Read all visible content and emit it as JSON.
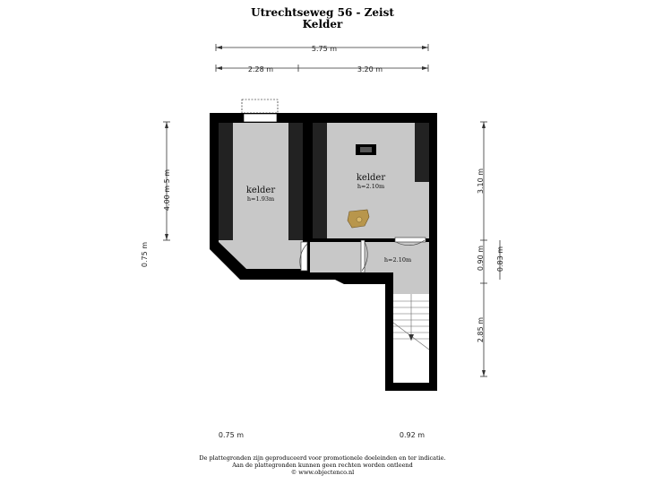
{
  "header": {
    "address": "Utrechtseweg 56 - Zeist",
    "floor": "Kelder"
  },
  "dimensions": {
    "total_width": "5.75 m",
    "left_width": "2.28 m",
    "right_width": "3.20 m",
    "left_height": "4.00 m 5 m",
    "left_small": "0.75 m",
    "right_top": "3.10 m",
    "right_mid": "0.90 m",
    "right_small": "0.83 m",
    "right_bottom": "2.85 m",
    "bottom_left": "0.75 m",
    "bottom_right": "0.92 m"
  },
  "rooms": {
    "left": {
      "name": "kelder",
      "height": "h=1.93m"
    },
    "right": {
      "name": "kelder",
      "height": "h=2.10m"
    },
    "hall": {
      "height": "h=2.10m"
    }
  },
  "footer": {
    "line1": "De plattegronden zijn geproduceerd voor promotionele doeleinden en ter indicatie.",
    "line2": "Aan de plattegronden kunnen geen rechten worden ontleend",
    "line3": "© www.objectenco.nl"
  },
  "colors": {
    "wall": "#000000",
    "floor": "#c8c8c8",
    "stair_floor": "#ffffff"
  }
}
